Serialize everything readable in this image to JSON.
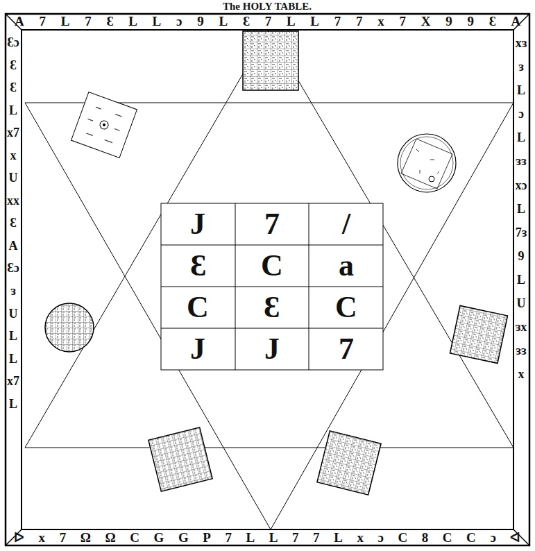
{
  "diagram": {
    "title": "The HOLY TABLE.",
    "labels": [
      "A7L7ƐLLɔ9LƐ7LL77x7X99ƐA",
      "ƐɔƐƐLx7xUxxƐAƐɔɜULLx7L",
      "xɜɜLɔLɜɜxɔL7ɜ9LUɜxɜɜx",
      "ᐅx7ΩΩCGGP7LL77LxɔC8CCɔᐊ",
      "J",
      "7",
      "/",
      "Ɛ",
      "C",
      "a",
      "C",
      "Ɛ",
      "C",
      "J",
      "J",
      "7"
    ]
  }
}
